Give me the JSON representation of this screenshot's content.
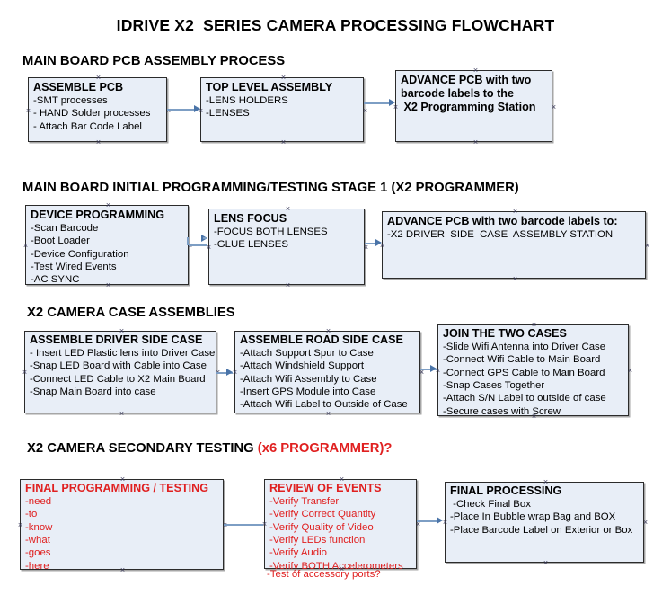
{
  "title": "IDRIVE X2  SERIES CAMERA PROCESSING FLOWCHART",
  "colors": {
    "box_fill": "#e8eef7",
    "box_border": "#2b2b2b",
    "connector": "#7d9ec4",
    "arrowhead": "#4a74a8",
    "accent_red": "#e02020",
    "text": "#000000"
  },
  "sections": [
    {
      "id": "main-board-pcb-assembly",
      "heading": "MAIN BOARD PCB ASSEMBLY PROCESS",
      "heading_accent": "",
      "nodes": [
        {
          "id": "assemble-pcb",
          "title": "ASSEMBLE PCB",
          "title_color": "black",
          "lines": [
            "-SMT processes",
            "- HAND Solder processes",
            "- Attach Bar Code Label"
          ]
        },
        {
          "id": "top-level-assembly",
          "title": "TOP LEVEL ASSEMBLY",
          "title_color": "black",
          "lines": [
            "-LENS HOLDERS",
            "-LENSES"
          ]
        },
        {
          "id": "advance-pcb-programming-station",
          "title": "ADVANCE PCB with two",
          "title_color": "black",
          "title_extra": [
            "barcode labels to the",
            " X2 Programming Station"
          ],
          "lines": []
        }
      ]
    },
    {
      "id": "main-board-initial-programming",
      "heading": "MAIN BOARD INITIAL PROGRAMMING/TESTING STAGE 1 (X2 PROGRAMMER)",
      "heading_accent": "",
      "nodes": [
        {
          "id": "device-programming",
          "title": "DEVICE PROGRAMMING",
          "title_color": "black",
          "lines": [
            "-Scan Barcode",
            "-Boot Loader",
            "-Device Configuration",
            "-Test Wired Events",
            "-AC SYNC"
          ]
        },
        {
          "id": "lens-focus",
          "title": "LENS FOCUS",
          "title_color": "black",
          "lines": [
            "-FOCUS BOTH LENSES",
            "-GLUE LENSES"
          ]
        },
        {
          "id": "advance-pcb-driver-side-station",
          "title": "ADVANCE PCB with two barcode labels to:",
          "title_color": "black",
          "lines": [
            "-X2 DRIVER  SIDE  CASE  ASSEMBLY STATION"
          ]
        }
      ]
    },
    {
      "id": "x2-camera-case-assemblies",
      "heading": "X2 CAMERA CASE ASSEMBLIES",
      "heading_accent": "",
      "nodes": [
        {
          "id": "assemble-driver-side-case",
          "title": "ASSEMBLE DRIVER SIDE CASE",
          "title_color": "black",
          "lines": [
            "- Insert LED Plastic lens into Driver Case",
            "-Snap LED Board with Cable into Case",
            "-Connect LED Cable to X2 Main Board",
            "-Snap Main Board into case"
          ]
        },
        {
          "id": "assemble-road-side-case",
          "title": "ASSEMBLE ROAD SIDE CASE",
          "title_color": "black",
          "lines": [
            "-Attach Support Spur to Case",
            "-Attach Windshield Support",
            "-Attach Wifi Assembly to Case",
            "-Insert GPS Module into Case",
            "-Attach Wifi Label to Outside of Case"
          ]
        },
        {
          "id": "join-the-two-cases",
          "title": "JOIN THE TWO CASES",
          "title_color": "black",
          "lines": [
            "-Slide Wifi Antenna into Driver Case",
            "-Connect Wifi Cable to Main Board",
            "-Connect GPS Cable to Main Board",
            "-Snap Cases Together",
            "-Attach S/N Label to outside of case",
            "-Secure cases with Screw"
          ]
        }
      ]
    },
    {
      "id": "x2-camera-secondary-testing",
      "heading": "X2 CAMERA SECONDARY TESTING ",
      "heading_accent": "(x6 PROGRAMMER)?",
      "nodes": [
        {
          "id": "final-programming-testing",
          "title": "FINAL PROGRAMMING / TESTING",
          "title_color": "red",
          "lines": [
            "-need",
            "-to",
            "-know",
            "-what",
            "-goes",
            "-here"
          ]
        },
        {
          "id": "review-of-events",
          "title": "REVIEW OF EVENTS",
          "title_color": "red",
          "lines": [
            "-Verify Transfer",
            "-Verify Correct Quantity",
            "-Verify Quality of Video",
            "-Verify LEDs function",
            "-Verify Audio",
            "-Verify BOTH Accelerometers"
          ],
          "overflow_line": "-Test of accessory ports?"
        },
        {
          "id": "final-processing",
          "title": "FINAL PROCESSING",
          "title_color": "black",
          "lines": [
            " -Check Final Box",
            "-Place In Bubble wrap Bag and BOX",
            "-Place Barcode Label on Exterior or Box"
          ]
        }
      ]
    }
  ]
}
